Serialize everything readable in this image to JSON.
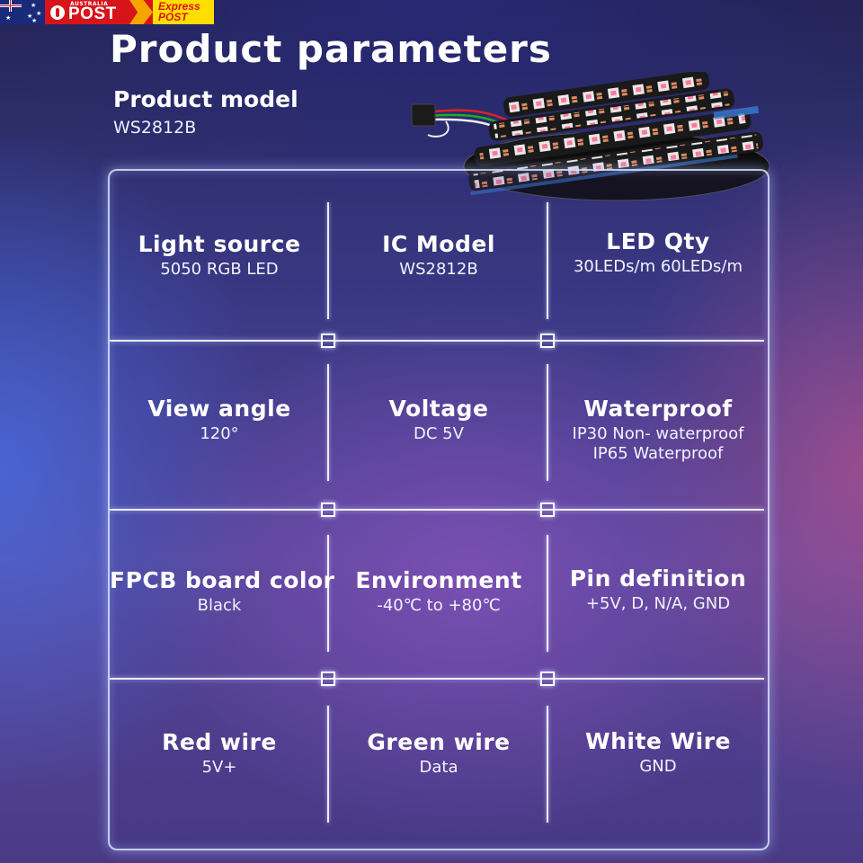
{
  "badges": {
    "australia_post_small": "AUSTRALIA",
    "australia_post_big": "POST",
    "express_post_line1": "Express",
    "express_post_line2": "POST"
  },
  "page": {
    "title": "Product parameters",
    "model_label": "Product model",
    "model_value": "WS2812B"
  },
  "grid": [
    {
      "label": "Light source",
      "value": "5050 RGB LED"
    },
    {
      "label": "IC Model",
      "value": "WS2812B"
    },
    {
      "label": "LED Qty",
      "value": "30LEDs/m  60LEDs/m"
    },
    {
      "label": "View angle",
      "value": "120°"
    },
    {
      "label": "Voltage",
      "value": "DC 5V"
    },
    {
      "label": "Waterproof",
      "value": "IP30 Non- waterproof\nIP65 Waterproof"
    },
    {
      "label": "FPCB board color",
      "value": "Black"
    },
    {
      "label": "Environment",
      "value": "-40℃ to +80℃"
    },
    {
      "label": "Pin definition",
      "value": "+5V, D, N/A, GND"
    },
    {
      "label": "Red wire",
      "value": "5V+"
    },
    {
      "label": "Green wire",
      "value": "Data"
    },
    {
      "label": "White Wire",
      "value": "GND"
    }
  ],
  "colors": {
    "accent_line": "#ffffff",
    "strip_pcb": "#1a1a1a",
    "led_glow": "#ff7a9a",
    "auspost_red": "#d7141a",
    "express_yellow": "#ffde00"
  }
}
